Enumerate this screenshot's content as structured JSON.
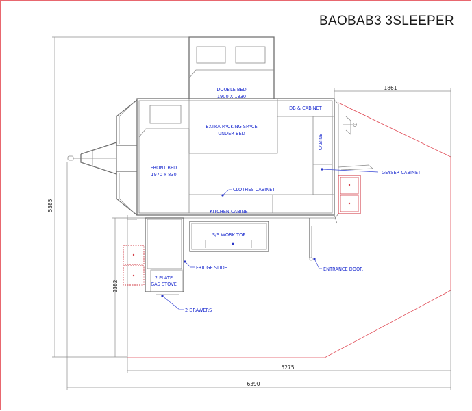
{
  "title": "BAOBAB3 3SLEEPER",
  "labels": {
    "double_bed": "DOUBLE BED",
    "double_bed_size": "1900 X 1330",
    "extra_packing_1": "EXTRA PACKING SPACE",
    "extra_packing_2": "UNDER BED",
    "db_cabinet": "DB & CABINET",
    "cabinet": "CABINET",
    "geyser_cabinet": "GEYSER CABINET",
    "front_bed": "FRONT BED",
    "front_bed_size": "1970 x 830",
    "clothes_cabinet": "CLOTHES CABINET",
    "kitchen_cabinet": "KITCHEN CABINET",
    "ss_work_top": "S/S WORK TOP",
    "fridge_slide": "FRIDGE SLIDE",
    "stove_1": "2 PLATE",
    "stove_2": "GAS STOVE",
    "entrance_door": "ENTRANCE DOOR",
    "drawers": "2 DRAWERS"
  },
  "dimensions": {
    "top_right": "1861",
    "overall_height": "5385",
    "side_height": "2382",
    "body_length": "5275",
    "overall_length": "6390"
  },
  "colors": {
    "annotation": "#1f2fd0",
    "frame": "#e8676f",
    "walls": "#6f6f6f"
  }
}
